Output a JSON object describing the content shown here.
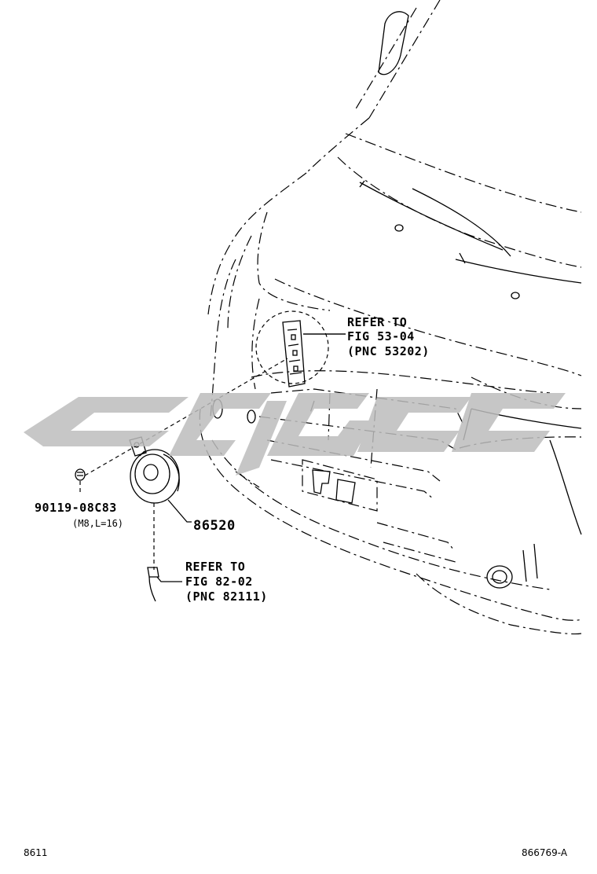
{
  "diagram": {
    "callouts": {
      "grille_ref": {
        "line1": "REFER TO",
        "line2": "FIG 53-04",
        "line3": "(PNC 53202)"
      },
      "bolt": {
        "part_number": "90119-08C83",
        "spec": "(M8,L=16)"
      },
      "horn": {
        "part_number": "86520"
      },
      "wiring_ref": {
        "line1": "REFER TO",
        "line2": "FIG 82-02",
        "line3": "(PNC 82111)"
      }
    },
    "footer": {
      "left_code": "8611",
      "right_code": "866769-A"
    },
    "watermark": {
      "color": "#bdbdbd"
    }
  }
}
